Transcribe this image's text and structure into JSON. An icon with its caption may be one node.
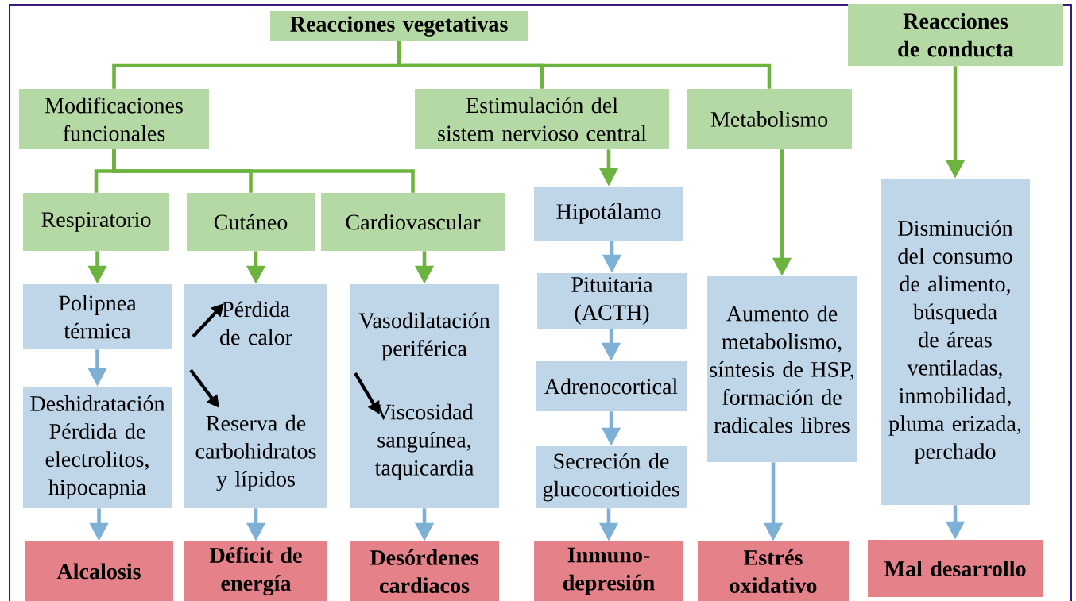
{
  "diagram": {
    "nodes": [
      {
        "text": [
          "Reacciones vegetativas"
        ]
      },
      {
        "text": [
          "Reacciones de conducta"
        ]
      },
      {
        "text": [
          "Modificaciones funcionales"
        ]
      },
      {
        "text": [
          "Estimulación del sistem nervioso central"
        ]
      },
      {
        "text": [
          "Metabolismo"
        ]
      },
      {
        "text": [
          "Respiratorio"
        ]
      },
      {
        "text": [
          "Cutáneo"
        ]
      },
      {
        "text": [
          "Cardiovascular"
        ]
      },
      {
        "text": [
          "Hipotálamo"
        ]
      },
      {
        "text": [
          "Polipnea térmica"
        ]
      },
      {
        "text": [
          "Pérdida de calor",
          "Reserva de carbohidratos y lípidos"
        ]
      },
      {
        "text": [
          "Vasodilatación periférica",
          "Viscosidad sanguínea, taquicardia"
        ]
      },
      {
        "text": [
          "Pituitaria (ACTH)"
        ]
      },
      {
        "text": [
          "Aumento de metabolismo, síntesis de HSP, formación de radicales libres"
        ]
      },
      {
        "text": [
          "Disminución del consumo de alimento, búsqueda de áreas ventiladas, inmobilidad, pluma erizada, perchado"
        ]
      },
      {
        "text": [
          "Deshidratación Pérdida de electrolitos, hipocapnia"
        ]
      },
      {
        "text": [
          "Adrenocortical"
        ]
      },
      {
        "text": [
          "Secreción de glucocortioides"
        ]
      },
      {
        "text": [
          "Alcalosis"
        ]
      },
      {
        "text": [
          "Déficit de energía"
        ]
      },
      {
        "text": [
          "Desórdenes cardiacos"
        ]
      },
      {
        "text": [
          "Inmuno-depresión"
        ]
      },
      {
        "text": [
          "Estrés oxidativo"
        ]
      },
      {
        "text": [
          "Mal desarrollo"
        ]
      }
    ],
    "edges": [
      {
        "from": 0,
        "to": 2,
        "arrow": "none"
      },
      {
        "from": 0,
        "to": 3,
        "arrow": "none"
      },
      {
        "from": 0,
        "to": 4,
        "arrow": "none"
      },
      {
        "from": 2,
        "to": 5,
        "arrow": "none"
      },
      {
        "from": 2,
        "to": 6,
        "arrow": "none"
      },
      {
        "from": 2,
        "to": 7,
        "arrow": "none"
      },
      {
        "from": 3,
        "to": 8,
        "arrow": "to"
      },
      {
        "from": 4,
        "to": 13,
        "arrow": "to"
      },
      {
        "from": 1,
        "to": 14,
        "arrow": "to"
      },
      {
        "from": 5,
        "to": 9,
        "arrow": "to"
      },
      {
        "from": 6,
        "to": 10,
        "arrow": "to"
      },
      {
        "from": 7,
        "to": 11,
        "arrow": "to"
      },
      {
        "from": 8,
        "to": 12,
        "arrow": "to",
        "color": "#7eb0d5"
      },
      {
        "from": 12,
        "to": 16,
        "arrow": "to",
        "color": "#7eb0d5"
      },
      {
        "from": 16,
        "to": 17,
        "arrow": "to",
        "color": "#7eb0d5"
      },
      {
        "from": 9,
        "to": 15,
        "arrow": "to",
        "color": "#7eb0d5"
      },
      {
        "from": 15,
        "to": 18,
        "arrow": "to",
        "color": "#7eb0d5"
      },
      {
        "from": 10,
        "to": 19,
        "arrow": "to",
        "color": "#7eb0d5"
      },
      {
        "from": 11,
        "to": 20,
        "arrow": "to",
        "color": "#7eb0d5"
      },
      {
        "from": 17,
        "to": 21,
        "arrow": "to",
        "color": "#7eb0d5"
      },
      {
        "from": 13,
        "to": 22,
        "arrow": "to",
        "color": "#7eb0d5"
      },
      {
        "from": 14,
        "to": 23,
        "arrow": "to",
        "color": "#7eb0d5"
      }
    ]
  }
}
